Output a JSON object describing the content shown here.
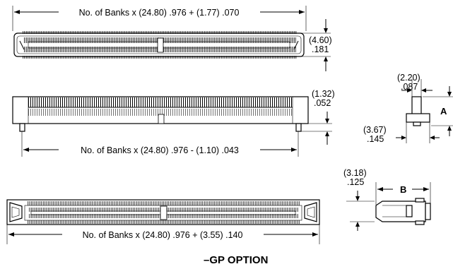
{
  "dimensions": {
    "top_length": "No. of Banks x (24.80) .976 + (1.77) .070",
    "top_height_mm": "(4.60)",
    "top_height_in": ".181",
    "middle_length": "No. of Banks x (24.80) .976 - (1.10) .043",
    "middle_height_mm": "(1.32)",
    "middle_height_in": ".052",
    "bottom_length": "No. of Banks x (24.80) .976 + (3.55) .140",
    "side_top_mm": "(2.20)",
    "side_top_in": ".087",
    "side_bottom_mm": "(3.67)",
    "side_bottom_in": ".145",
    "side2_top_mm": "(3.18)",
    "side2_top_in": ".125"
  },
  "labels": {
    "a": "A",
    "b": "B"
  },
  "caption": "–GP OPTION"
}
